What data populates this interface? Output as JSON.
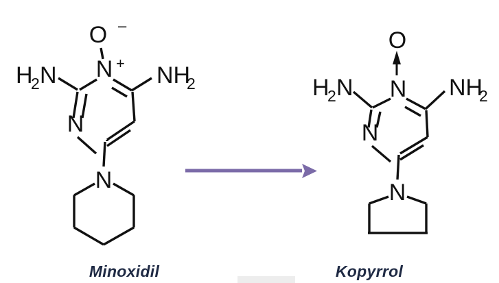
{
  "figure": {
    "type": "chemical-reaction-scheme",
    "background_color": "#ffffff",
    "bond_color": "#111111",
    "label_color": "#1f2a44",
    "arrow_color": "#7b6ba8"
  },
  "reactant": {
    "name": "Minoxidil",
    "core_ring": "pyrimidine",
    "substituent_ring": "piperidine",
    "atoms": {
      "oxide_oxygen": "O",
      "oxide_charge": "–",
      "ring_nitrogen_1": "N",
      "ring_nitrogen_1_charge": "+",
      "ring_nitrogen_3": "N",
      "amine_left_main": "N",
      "amine_left_prefix": "H",
      "amine_left_subscript": "2",
      "amine_right_main": "NH",
      "amine_right_subscript": "2",
      "piperidine_nitrogen": "N"
    }
  },
  "arrow": {
    "name": "reaction-arrow",
    "direction": "left-to-right",
    "color": "#7b6ba8"
  },
  "product": {
    "name": "Kopyrrol",
    "core_ring": "pyrimidine",
    "substituent_ring": "pyrrolidine",
    "atoms": {
      "oxide_oxygen": "O",
      "ring_nitrogen_1": "N",
      "ring_nitrogen_3": "N",
      "amine_left_main": "N",
      "amine_left_prefix": "H",
      "amine_left_subscript": "2",
      "amine_right_main": "NH",
      "amine_right_subscript": "2",
      "pyrrolidine_nitrogen": "N"
    },
    "dative_bond": "N-oxide drawn as arrow from N to O"
  }
}
